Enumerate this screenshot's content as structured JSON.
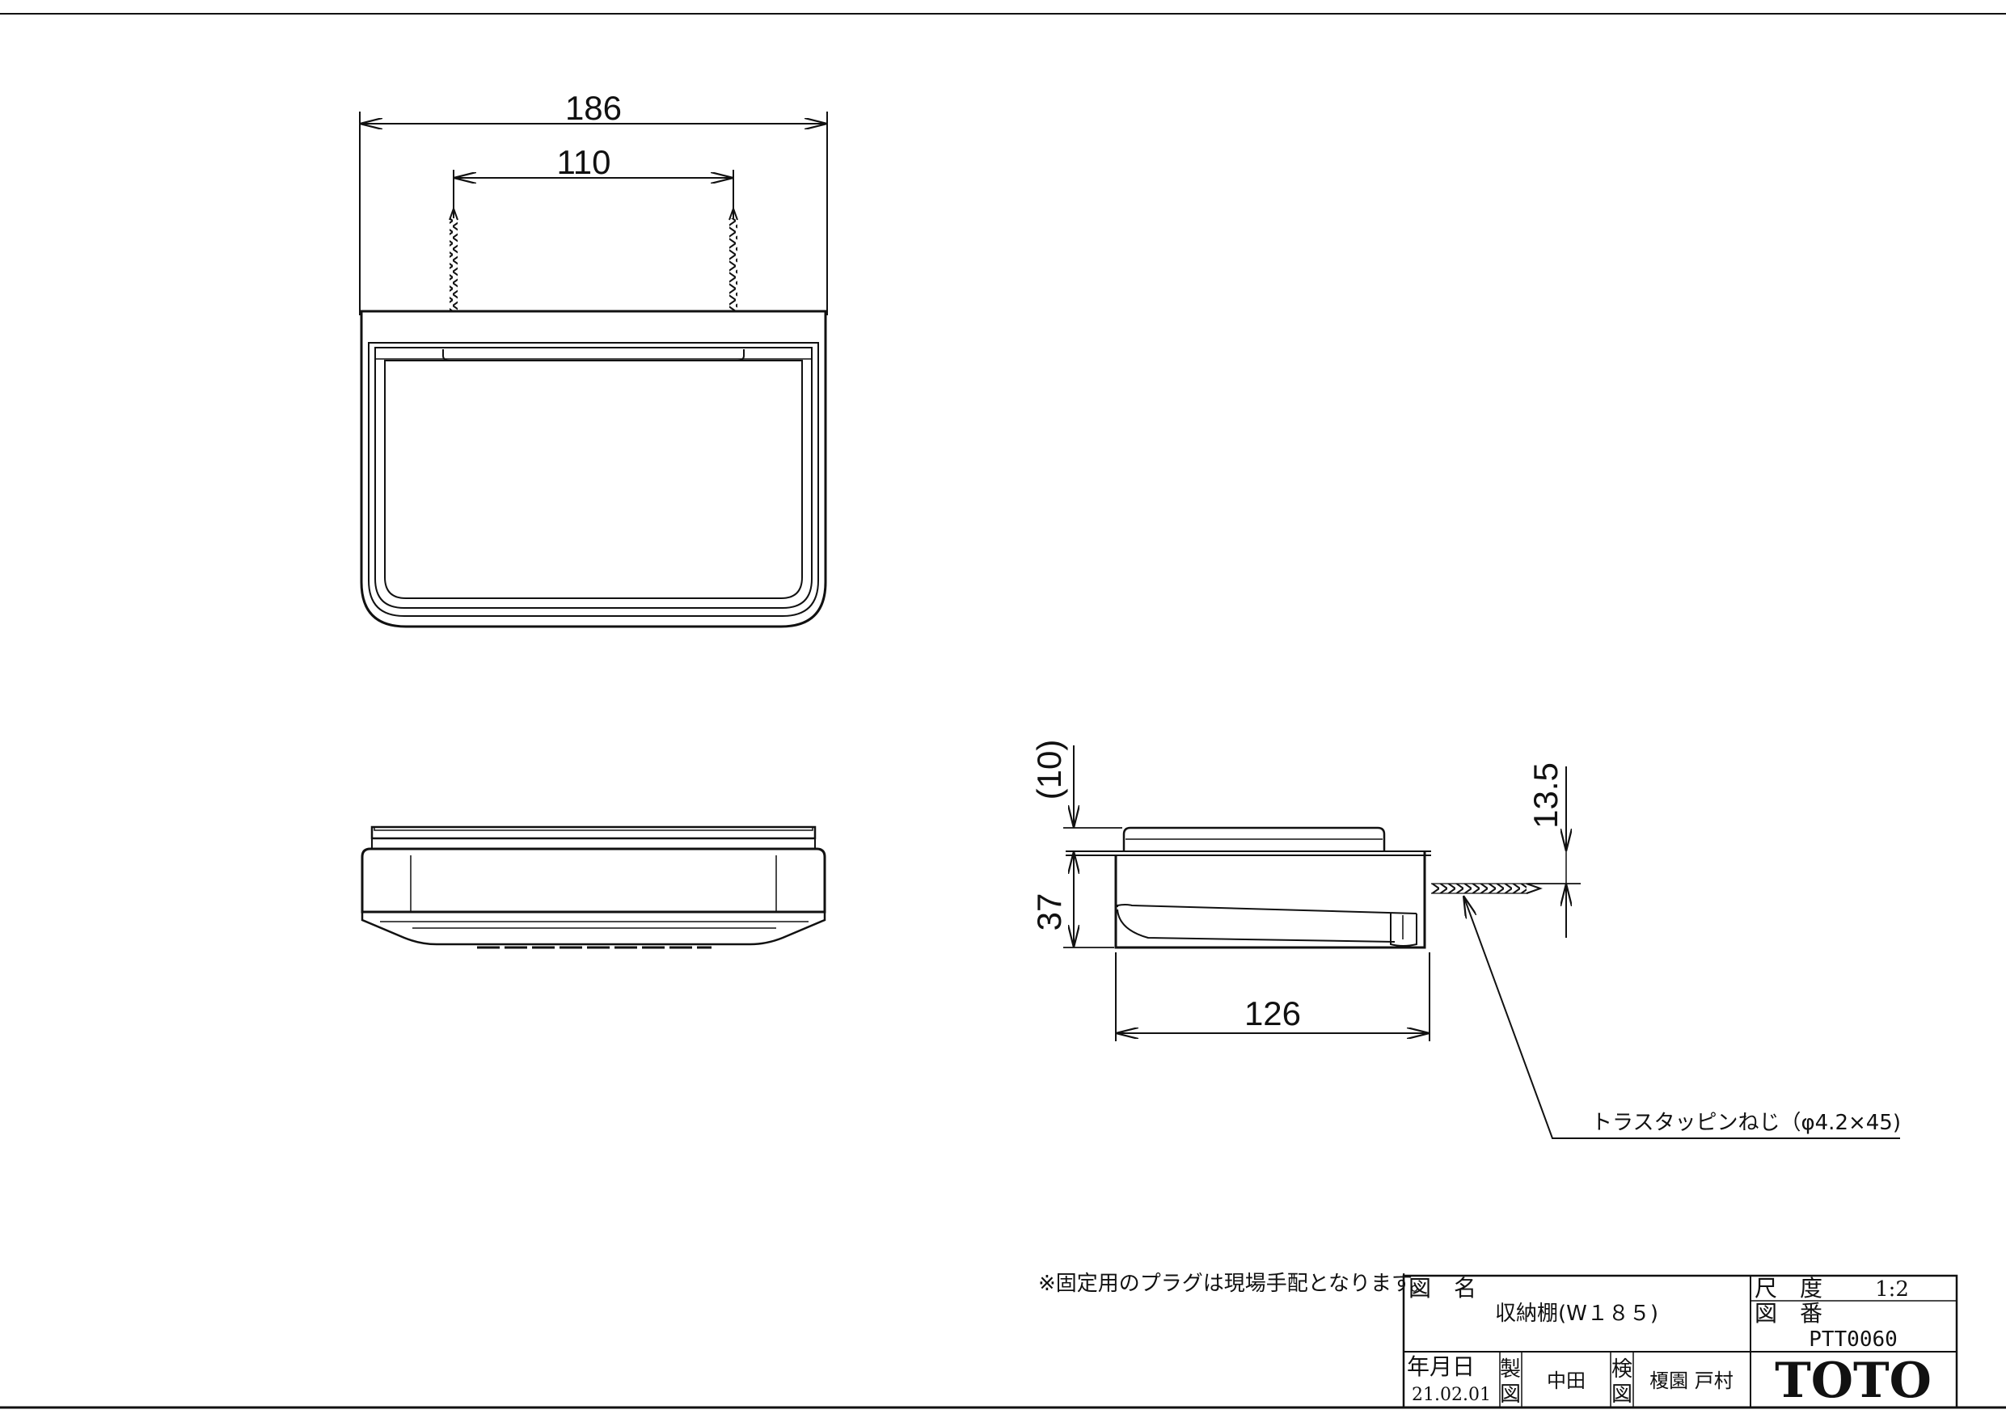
{
  "dimensions": {
    "overall_width": "186",
    "screw_spacing": "110",
    "gap": "(10)",
    "height": "37",
    "screw_offset": "13.5",
    "depth": "126"
  },
  "callout": {
    "screw_label": "トラスタッピンねじ（φ4.2×45)"
  },
  "note": "※固定用のプラグは現場手配となります。",
  "title_block": {
    "name_label": "図　名",
    "name_value": "収納棚(W１８５)",
    "scale_label": "尺　度",
    "scale_value": "1:2",
    "drawing_no_label": "図　番",
    "drawing_no_value": "PTT0060",
    "date_label": "年月日",
    "date_value": "21.02.01",
    "made_label_1": "製",
    "made_label_2": "図",
    "made_value": "中田",
    "check_label_1": "検",
    "check_label_2": "図",
    "check_value": "榎園 戸村",
    "brand": "TOTO"
  }
}
